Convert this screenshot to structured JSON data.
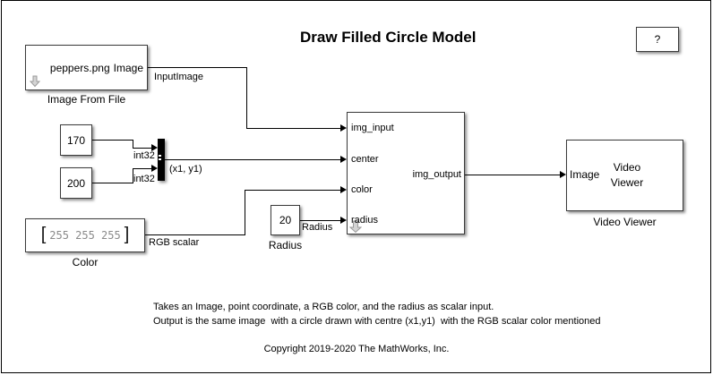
{
  "title": "Draw Filled Circle Model",
  "help_block": {
    "label": "?"
  },
  "image_from_file": {
    "filename": "peppers.png",
    "out_port": "Image",
    "caption": "Image From File",
    "wire_label": "InputImage"
  },
  "const_x": {
    "value": "170",
    "wire_label": "int32"
  },
  "const_y": {
    "value": "200",
    "wire_label": "int32"
  },
  "mux": {
    "out_label": "(x1, y1)"
  },
  "color_block": {
    "open_bracket": "[",
    "values": "255 255 255",
    "close_bracket": "]",
    "caption": "Color",
    "wire_label": "RGB scalar"
  },
  "radius_block": {
    "value": "20",
    "caption": "Radius",
    "wire_label": "Radius"
  },
  "subsystem": {
    "ports_in": [
      "img_input",
      "center",
      "color",
      "radius"
    ],
    "port_out": "img_output"
  },
  "video_viewer": {
    "in_port": "Image",
    "display_line1": "Video",
    "display_line2": "Viewer",
    "caption": "Video Viewer"
  },
  "notes": {
    "line1": "Takes an Image, point coordinate, a RGB color, and the radius as scalar input.",
    "line2": "Output is the same image  with a circle drawn with centre (x1,y1)  with the RGB scalar color mentioned",
    "copyright": "Copyright 2019-2020 The MathWorks, Inc."
  },
  "colors": {
    "wire": "#000000",
    "block_border": "#3b3b3b",
    "block_bg": "#ffffff",
    "muted_value_text": "#8a8a8a",
    "icon_gray_fill": "#d4d4d4",
    "icon_gray_stroke": "#9a9a9a"
  }
}
